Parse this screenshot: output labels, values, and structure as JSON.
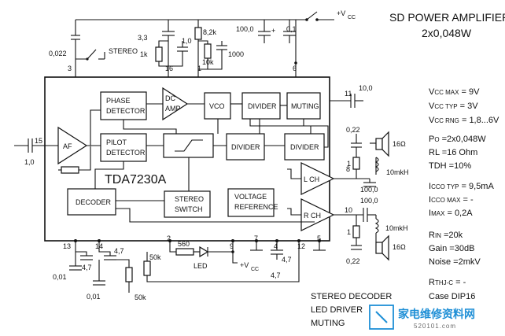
{
  "title": "SD POWER AMPLIFIER",
  "subtitle": "2x0,048W",
  "chip_name": "TDA7230A",
  "blocks": {
    "phase_detector": [
      "PHASE",
      "DETECTOR"
    ],
    "dc_amp": [
      "DC",
      "AMP"
    ],
    "vco": "VCO",
    "divider_1": "DIVIDER",
    "divider_2": "DIVIDER",
    "divider_3": "DIVIDER",
    "muting": "MUTING",
    "af": "AF",
    "pilot_detector": [
      "PILOT",
      "DETECTOR"
    ],
    "decoder": "DECODER",
    "stereo_switch": [
      "STEREO",
      "SWITCH"
    ],
    "voltage_reference": [
      "VOLTAGE",
      "REFERENCE"
    ],
    "l_ch": "L CH",
    "r_ch": "R CH"
  },
  "pins": [
    "1",
    "2",
    "3",
    "4",
    "5",
    "6",
    "7",
    "8",
    "9",
    "10",
    "11",
    "12",
    "13",
    "14",
    "15",
    "16"
  ],
  "component_labels": {
    "c_022_top": "0,022",
    "stereo_switch_label": "STEREO",
    "c_33": "3,3",
    "c_10a": "1,0",
    "r_1k": "1k",
    "r_82k": "8,2k",
    "r_10k": "10k",
    "c_1000": "1000",
    "c_1000uf": "100,0",
    "c_01": "0,1",
    "vcc_top": "+V",
    "vcc_sub": "CC",
    "c_in": "1,0",
    "c_100_pin11": "10,0",
    "c_022_l": "0,22",
    "r_1_l": "1",
    "c_100_l": "100,0",
    "l_10mkh_l": "10mkH",
    "spk_l": "16Ω",
    "c_100_r": "100,0",
    "r_1_r": "1",
    "c_022_r": "0,22",
    "l_10mkh_r": "10mkH",
    "spk_r": "16Ω",
    "c_47_a": "4,7",
    "c_47_b": "4,7",
    "c_001_a": "0,01",
    "c_001_b": "0,01",
    "r_50k_a": "50k",
    "r_50k_b": "50k",
    "r_560": "560",
    "led": "LED",
    "vcc_bot": "+V",
    "vcc_bot_sub": "CC",
    "c_47_c": "4,7",
    "c_47_d": "4,7"
  },
  "specs": [
    {
      "main": "V",
      "sub": "CC MAX",
      "rest": " = 9V"
    },
    {
      "main": "V",
      "sub": "CC TYP",
      "rest": " = 3V"
    },
    {
      "main": "V",
      "sub": "CC RNG",
      "rest": " = 1,8...6V"
    },
    {
      "main": "P",
      "sub": "O",
      "rest": "  =2x0,048W"
    },
    {
      "main": "RL",
      "sub": "",
      "rest": "  =16 Ohm"
    },
    {
      "main": "TDH",
      "sub": "",
      "rest": " =10%"
    },
    {
      "main": "I",
      "sub": "CCO TYP",
      "rest": " = 9,5mA"
    },
    {
      "main": "I",
      "sub": "CCO MAX",
      "rest": " = -"
    },
    {
      "main": "I",
      "sub": "MAX",
      "rest": "  =  0,2A"
    },
    {
      "main": "R",
      "sub": "IN",
      "rest": "  =20k"
    },
    {
      "main": "Gain",
      "sub": "",
      "rest": "  =30dB"
    },
    {
      "main": "Noise",
      "sub": "",
      "rest": " =2mkV"
    },
    {
      "main": "R",
      "sub": "THJ-C",
      "rest": " = -"
    },
    {
      "main": "Case",
      "sub": "",
      "rest": " DIP16"
    }
  ],
  "functions": [
    "STEREO DECODER",
    "LED DRIVER",
    "MUTING"
  ],
  "watermark": {
    "cn": "家电维修资料网",
    "url": "520101.com"
  }
}
